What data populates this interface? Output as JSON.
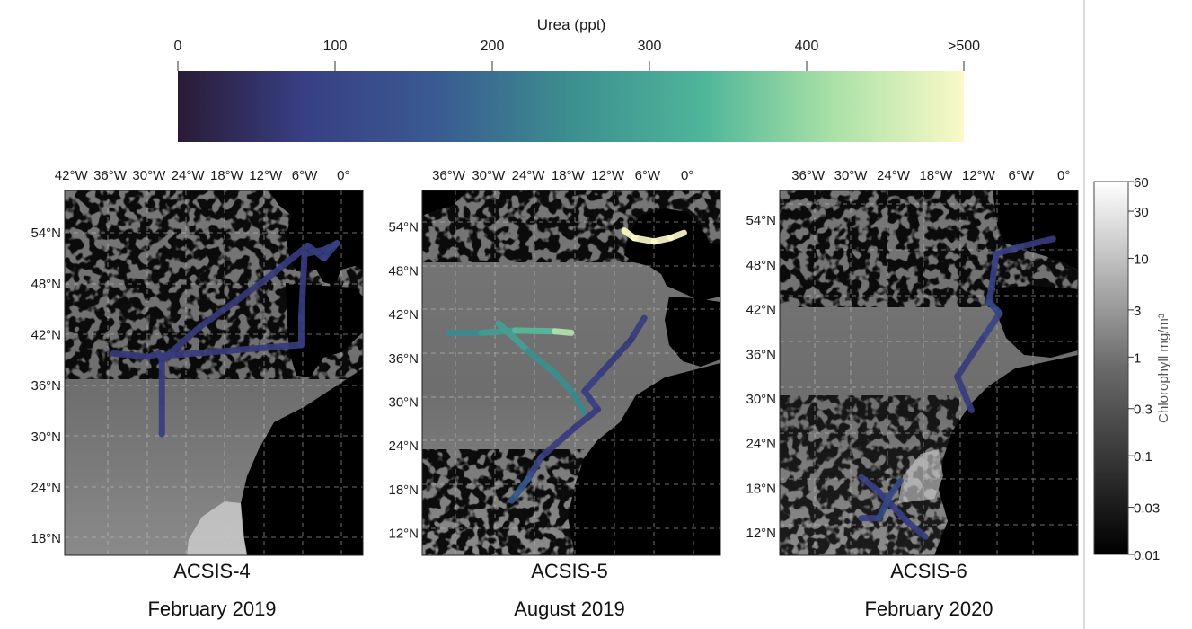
{
  "chart_data": {
    "type": "map",
    "colorbar_urea": {
      "title": "Urea (ppt)",
      "ticks": [
        0,
        100,
        200,
        300,
        400,
        500
      ],
      "tick_labels": [
        "0",
        "100",
        "200",
        "300",
        "400",
        ">500"
      ],
      "colormap": [
        "#2a1b35",
        "#383f84",
        "#2f6b8e",
        "#3c8f8f",
        "#4fb69a",
        "#a8e0a6",
        "#fbf9c8"
      ]
    },
    "colorbar_chlorophyll": {
      "title": "Chlorophyll mg/m³",
      "scale": "log",
      "ticks": [
        0.01,
        0.03,
        0.1,
        0.3,
        1,
        3,
        10,
        30,
        60
      ],
      "tick_labels": [
        "0.01",
        "0.03",
        "0.1",
        "0.3",
        "1",
        "3",
        "10",
        "30",
        "60"
      ],
      "colormap": [
        "#000000",
        "#ffffff"
      ]
    },
    "maps": [
      {
        "title": "ACSIS-4",
        "subtitle": "February 2019",
        "lon_range": [
          -43,
          3
        ],
        "lat_range": [
          16,
          59
        ],
        "lon_ticks": [
          -42,
          -36,
          -30,
          -24,
          -18,
          -12,
          -6,
          0
        ],
        "lon_labels": [
          "42°W",
          "36°W",
          "30°W",
          "24°W",
          "18°W",
          "12°W",
          "6°W",
          "0°"
        ],
        "lat_ticks": [
          18,
          24,
          30,
          36,
          42,
          48,
          54
        ],
        "lat_labels": [
          "18°N",
          "24°N",
          "30°N",
          "36°N",
          "42°N",
          "48°N",
          "54°N"
        ],
        "tracks": [
          {
            "points": [
              [
                -35.5,
                39.8
              ],
              [
                -30,
                39.4
              ],
              [
                -28.5,
                39.8
              ],
              [
                -28,
                39
              ],
              [
                -22,
                43
              ],
              [
                -12,
                48.5
              ],
              [
                -5.5,
                52.5
              ],
              [
                -3,
                51
              ],
              [
                -1,
                52.8
              ],
              [
                -3,
                52
              ],
              [
                -6,
                51.5
              ],
              [
                -6.5,
                44
              ],
              [
                -6.5,
                40.8
              ],
              [
                -28,
                39.5
              ],
              [
                -28,
                34
              ],
              [
                -28,
                30.3
              ]
            ],
            "urea_ppt": [
              70,
              75,
              80,
              75,
              70,
              70,
              80,
              75,
              90,
              80,
              75,
              80,
              80,
              75,
              80,
              80
            ]
          }
        ]
      },
      {
        "title": "ACSIS-5",
        "subtitle": "August 2019",
        "lon_range": [
          -40,
          5
        ],
        "lat_range": [
          9,
          59
        ],
        "lon_ticks": [
          -36,
          -30,
          -24,
          -18,
          -12,
          -6,
          0
        ],
        "lon_labels": [
          "36°W",
          "30°W",
          "24°W",
          "18°W",
          "12°W",
          "6°W",
          "0°"
        ],
        "lat_ticks": [
          12,
          18,
          24,
          30,
          36,
          42,
          48,
          54
        ],
        "lat_labels": [
          "12°N",
          "18°N",
          "24°N",
          "30°N",
          "36°N",
          "42°N",
          "48°N",
          "54°N"
        ],
        "tracks": [
          {
            "points": [
              [
                -36,
                39.5
              ],
              [
                -31,
                39.5
              ],
              [
                -26,
                39.8
              ],
              [
                -20,
                39.7
              ],
              [
                -17.5,
                39.5
              ]
            ],
            "urea_ppt": [
              220,
              260,
              300,
              380,
              470
            ]
          },
          {
            "points": [
              [
                -28.5,
                40.8
              ],
              [
                -24,
                37
              ],
              [
                -20,
                34
              ],
              [
                -17,
                31
              ],
              [
                -15.5,
                28.5
              ]
            ],
            "urea_ppt": [
              330,
              240,
              260,
              230,
              230
            ]
          },
          {
            "points": [
              [
                -6.5,
                41.5
              ],
              [
                -8.5,
                38.5
              ],
              [
                -13,
                34
              ],
              [
                -15.5,
                31.5
              ],
              [
                -13.5,
                29
              ],
              [
                -17,
                26.5
              ],
              [
                -22,
                22.5
              ],
              [
                -24,
                19.5
              ],
              [
                -26.5,
                16.5
              ]
            ],
            "urea_ppt": [
              80,
              70,
              75,
              90,
              80,
              75,
              80,
              110,
              160
            ]
          },
          {
            "points": [
              [
                -9.5,
                53.5
              ],
              [
                -8,
                52.5
              ],
              [
                -5,
                52
              ],
              [
                -2.5,
                52.5
              ],
              [
                -0.5,
                53.2
              ]
            ],
            "urea_ppt": [
              500,
              500,
              500,
              500,
              500
            ]
          }
        ]
      },
      {
        "title": "ACSIS-6",
        "subtitle": "February 2020",
        "lon_range": [
          -40,
          2
        ],
        "lat_range": [
          9,
          58
        ],
        "lon_ticks": [
          -36,
          -30,
          -24,
          -18,
          -12,
          -6,
          0
        ],
        "lon_labels": [
          "36°W",
          "30°W",
          "24°W",
          "18°W",
          "12°W",
          "6°W",
          "0°"
        ],
        "lat_ticks": [
          12,
          18,
          24,
          30,
          36,
          42,
          48,
          54
        ],
        "lat_labels": [
          "12°N",
          "18°N",
          "24°N",
          "30°N",
          "36°N",
          "42°N",
          "48°N",
          "54°N"
        ],
        "tracks": [
          {
            "points": [
              [
                -1.5,
                51.5
              ],
              [
                -6,
                50.5
              ],
              [
                -9.5,
                49.5
              ],
              [
                -10,
                46
              ],
              [
                -10.5,
                43
              ],
              [
                -9,
                41.5
              ],
              [
                -11.5,
                38
              ],
              [
                -15,
                33
              ],
              [
                -13,
                28.5
              ]
            ],
            "urea_ppt": [
              75,
              80,
              85,
              80,
              90,
              110,
              80,
              75,
              80
            ]
          },
          {
            "points": [
              [
                -28.5,
                19.5
              ],
              [
                -26,
                17.5
              ],
              [
                -22,
                13.5
              ],
              [
                -19.5,
                11.5
              ]
            ],
            "urea_ppt": [
              90,
              85,
              80,
              80
            ]
          },
          {
            "points": [
              [
                -28.5,
                14
              ],
              [
                -26,
                14
              ],
              [
                -24.5,
                17
              ],
              [
                -23,
                19
              ]
            ],
            "urea_ppt": [
              80,
              90,
              110,
              100
            ]
          }
        ]
      }
    ]
  }
}
